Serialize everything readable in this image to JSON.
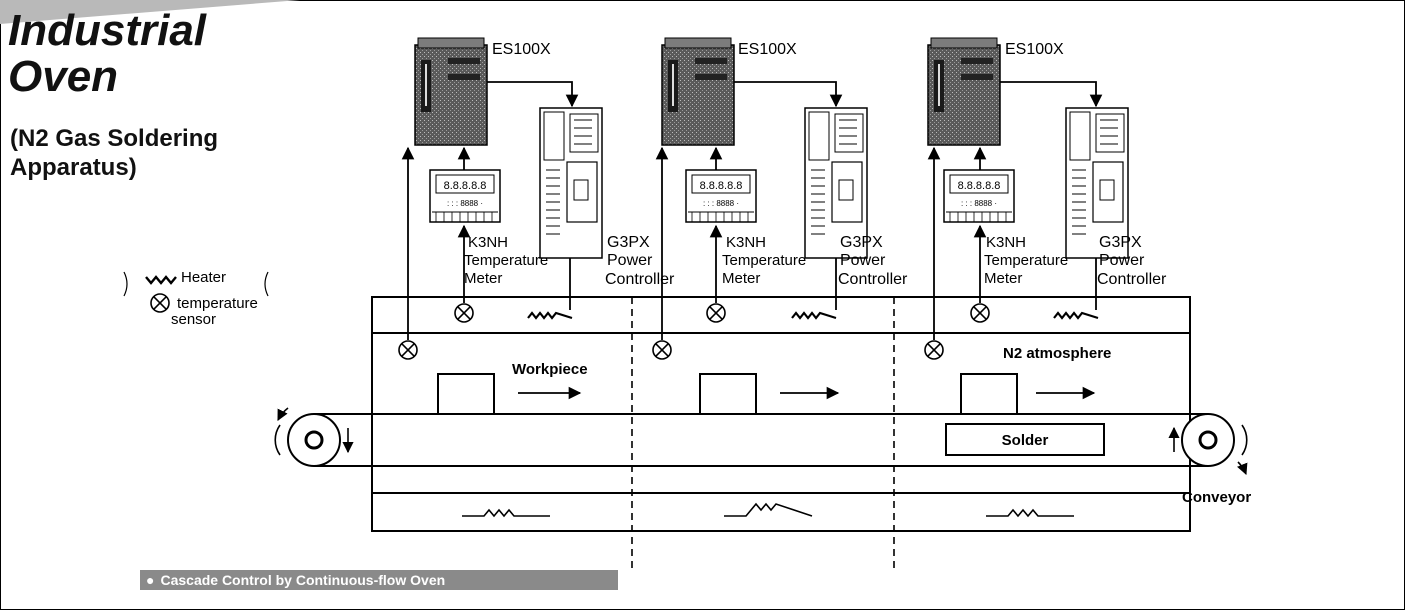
{
  "title": {
    "line1": "Industrial",
    "line2": "Oven",
    "sub1": "(N2 Gas Soldering",
    "sub2": "Apparatus)"
  },
  "legend": {
    "heater": "Heater",
    "temperature": "temperature",
    "sensor": "sensor"
  },
  "zones": [
    {
      "controller": "ES100X",
      "meter": [
        "K3NH",
        "Temperature",
        "Meter"
      ],
      "power": [
        "G3PX",
        "Power",
        "Controller"
      ]
    },
    {
      "controller": "ES100X",
      "meter": [
        "K3NH",
        "Temperature",
        "Meter"
      ],
      "power": [
        "G3PX",
        "Power",
        "Controller"
      ]
    },
    {
      "controller": "ES100X",
      "meter": [
        "K3NH",
        "Temperature",
        "Meter"
      ],
      "power": [
        "G3PX",
        "Power",
        "Controller"
      ]
    }
  ],
  "labels": {
    "workpiece": "Workpiece",
    "atmosphere": "N2 atmosphere",
    "solder": "Solder",
    "conveyor": "Conveyor"
  },
  "footer": {
    "bullet": "●",
    "caption": "Cascade Control by Continuous-flow Oven"
  }
}
